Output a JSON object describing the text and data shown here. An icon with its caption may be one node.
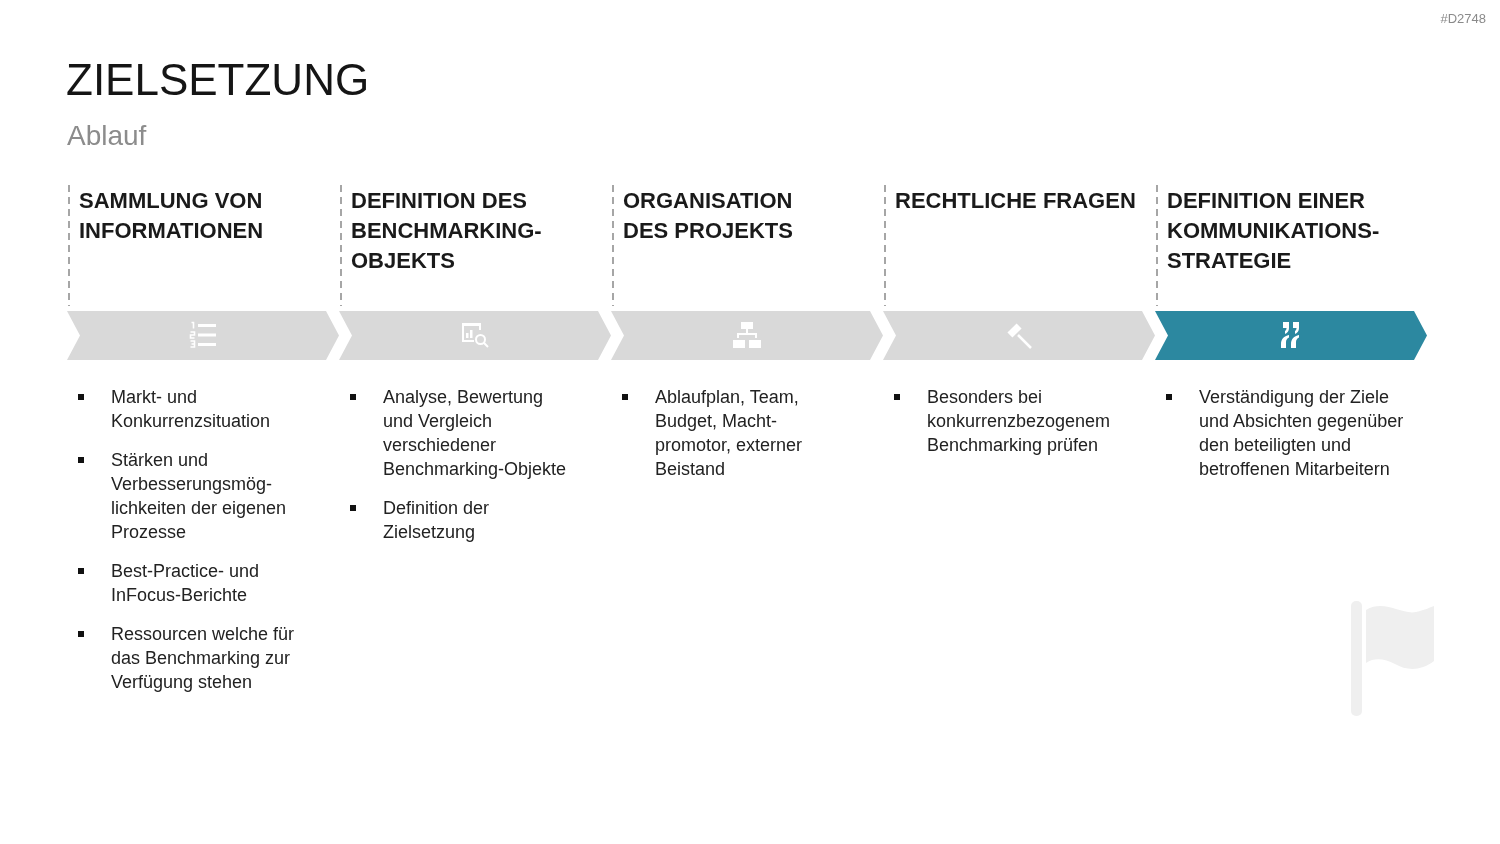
{
  "diagram": {
    "title": "ZIELSETZUNG",
    "nodes": [
      {
        "text": [
          "SAMMLUNG VON INFORMATIONEN",
          "Markt- und Konkurrenzsituation",
          "Stärken und Verbesserungsmög- lichkeiten der eigenen Prozesse",
          "Best-Practice- und InFocus-Berichte",
          "Ressourcen welche für das Benchmarking zur Verfügung stehen"
        ]
      },
      {
        "text": [
          "DEFINITION DES BENCHMARKING- OBJEKTS",
          "Analyse, Bewertung und Vergleich verschiedener Benchmarking-Objekte",
          "Definition der Zielsetzung"
        ]
      },
      {
        "text": [
          "ORGANISATION DES PROJEKTS",
          "Ablaufplan, Team, Budget, Macht- promotor, externer Beistand"
        ]
      },
      {
        "text": [
          "RECHTLICHE FRAGEN",
          "Besonders bei konkurrenzbezogenem Benchmarking prüfen"
        ]
      },
      {
        "text": [
          "DEFINITION EINER KOMMUNIKATIONS- STRATEGIE",
          "Verständigung der Ziele und Absichten gegenüber den beteiligten und betroffenen Mitarbeitern"
        ]
      }
    ],
    "labels": [
      "#D2748",
      "Ablauf"
    ]
  }
}
